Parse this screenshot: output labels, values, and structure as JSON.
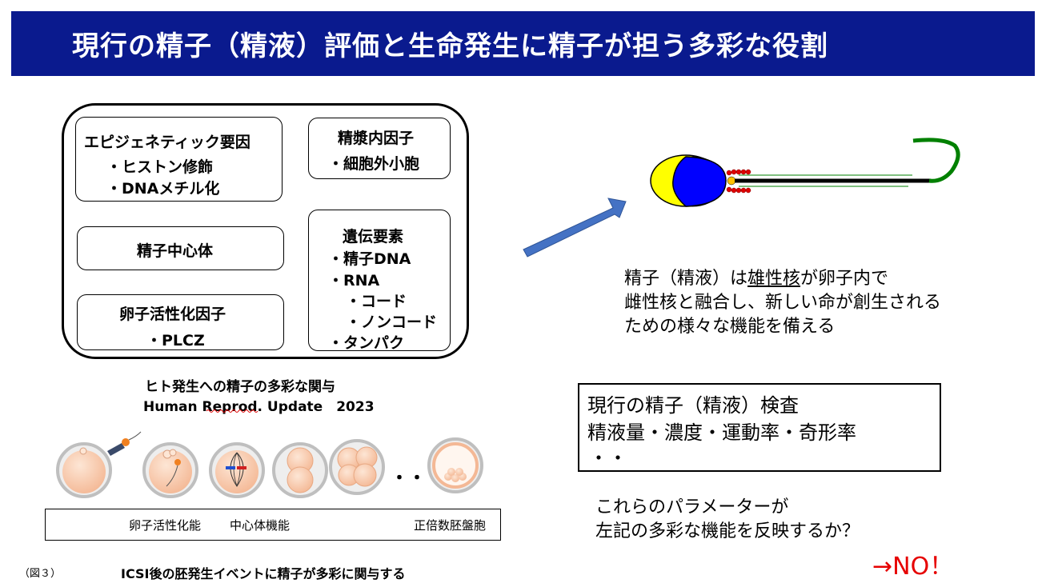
{
  "title": "現行の精子（精液）評価と生命発生に精子が担う多彩な役割",
  "boxes": {
    "epigenetic": {
      "title": "エピジェネティック要因",
      "items": [
        "・ヒストン修飾",
        "・DNAメチル化"
      ]
    },
    "seminal": {
      "title": "精漿内因子",
      "items": [
        "・細胞外小胞"
      ]
    },
    "centrosome": {
      "title": "精子中心体"
    },
    "genetic": {
      "title": "遺伝要素",
      "items": [
        "・精子DNA",
        "・RNA",
        "・コード",
        "・ノンコード",
        "・タンパク"
      ]
    },
    "oocyte_activation": {
      "title": "卵子活性化因子",
      "items": [
        "・PLCZ"
      ]
    }
  },
  "reference": {
    "line1": "ヒト発生への精子の多彩な関与",
    "line2": "Human Reprod. Update　2023"
  },
  "sperm_text": {
    "line1_pre": "精子（精液）は",
    "line1_u": "雄性核",
    "line1_post": "が卵子内で",
    "line2": "雌性核と融合し、新しい命が創生される",
    "line3": "ための様々な機能を備える"
  },
  "exam": {
    "title": "現行の精子（精液）検査",
    "items": "精液量・濃度・運動率・奇形率",
    "dots": "・・"
  },
  "question": {
    "line1": "これらのパラメーターが",
    "line2": "左記の多彩な機能を反映するか？"
  },
  "answer": "→NO！",
  "stages": {
    "s1": "卵子活性化能",
    "s2": "中心体機能",
    "s3": "正倍数胚盤胞",
    "ellipsis": "・・"
  },
  "figure_label": "（図３）",
  "bottom_caption": "ICSI後の胚発生イベントに精子が多彩に関与する",
  "colors": {
    "title_bg": "#0a1a8e",
    "arrow": "#4472c4",
    "sperm_head_blue": "#0000ff",
    "sperm_head_yellow": "#ffff00",
    "tail_green": "#008000",
    "answer_red": "#e60000"
  }
}
